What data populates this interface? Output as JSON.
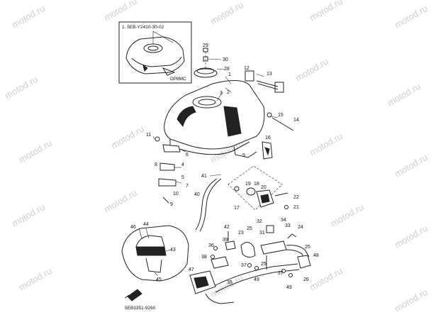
{
  "watermark": {
    "text": "motod.ru"
  },
  "inset": {
    "title": "1. 5EB-Y2410-30-02",
    "code": "DP8MC"
  },
  "figure_code": "5EB3351-9260",
  "callouts": {
    "c1": "1",
    "c2": "2",
    "c3": "3",
    "c4": "4",
    "c5": "5",
    "c6": "6",
    "c7": "7",
    "c8": "8",
    "c9": "9",
    "c10": "10",
    "c11": "11",
    "c12": "12",
    "c13": "13",
    "c14": "14",
    "c15": "15",
    "c16": "16",
    "c17": "17",
    "c18": "18",
    "c19": "19",
    "c20": "20",
    "c21": "21",
    "c22": "22",
    "c23": "23",
    "c24": "24",
    "c25": "25",
    "c25b": "25",
    "c25c": "25",
    "c26": "26",
    "c27": "27",
    "c28": "28",
    "c29": "29",
    "c30": "30",
    "c31": "31",
    "c32": "32",
    "c33": "33",
    "c34": "34",
    "c35": "35",
    "c36": "36",
    "c37": "37",
    "c38": "38",
    "c39": "39",
    "c40": "40",
    "c41": "41",
    "c42": "42",
    "c43": "43",
    "c44": "44",
    "c45": "45",
    "c46": "46",
    "c47": "47",
    "c48": "48",
    "c49": "49",
    "c49b": "49",
    "c9b": "9"
  }
}
